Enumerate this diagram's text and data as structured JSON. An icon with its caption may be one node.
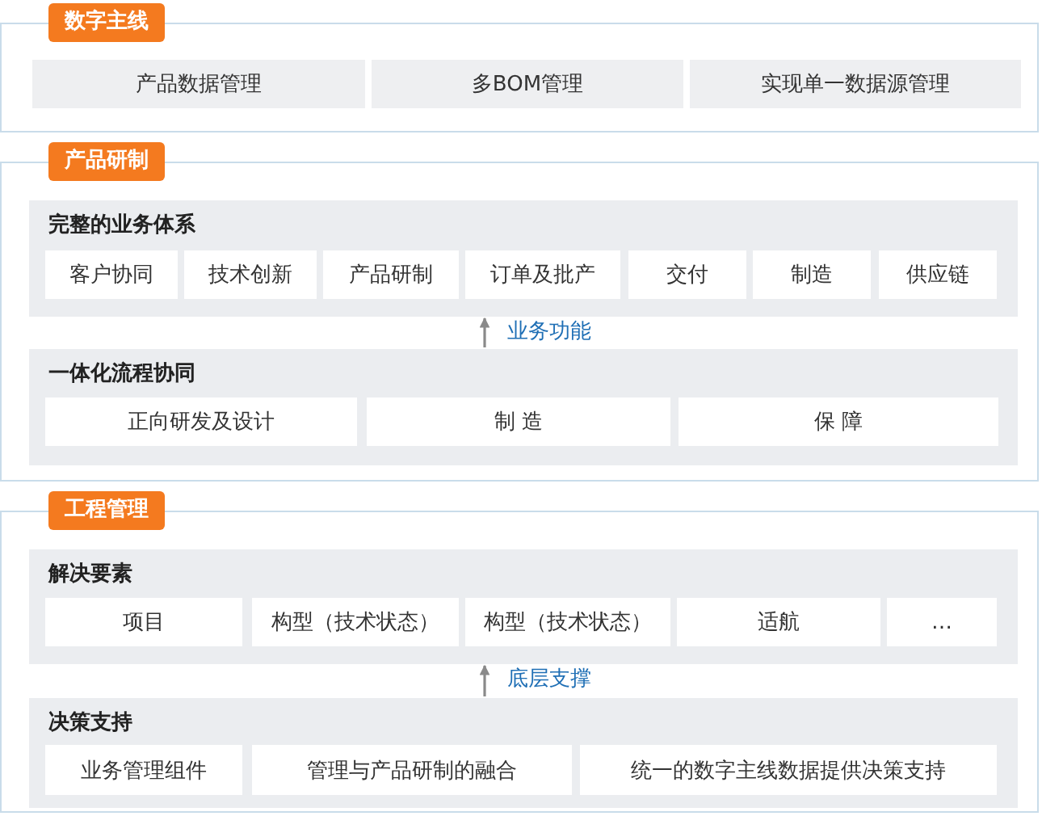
{
  "diagram": {
    "nodes": [
      {
        "text": [
          "数字主线"
        ]
      },
      {
        "text": [
          "产品数据管理"
        ],
        "in": 0
      },
      {
        "text": [
          "多BOM管理"
        ],
        "in": 0
      },
      {
        "text": [
          "实现单一数据源管理"
        ],
        "in": 0
      },
      {
        "text": [
          "产品研制"
        ]
      },
      {
        "text": [
          "完整的业务体系"
        ],
        "in": 4
      },
      {
        "text": [
          "客户协同"
        ],
        "in": 5
      },
      {
        "text": [
          "技术创新"
        ],
        "in": 5
      },
      {
        "text": [
          "产品研制"
        ],
        "in": 5
      },
      {
        "text": [
          "订单及批产"
        ],
        "in": 5
      },
      {
        "text": [
          "交付"
        ],
        "in": 5
      },
      {
        "text": [
          "制造"
        ],
        "in": 5
      },
      {
        "text": [
          "供应链"
        ],
        "in": 5
      },
      {
        "text": [
          "一体化流程协同"
        ],
        "in": 4
      },
      {
        "text": [
          "正向研发及设计"
        ],
        "in": 13
      },
      {
        "text": [
          "制 造"
        ],
        "in": 13
      },
      {
        "text": [
          "保 障"
        ],
        "in": 13
      },
      {
        "text": [
          "工程管理"
        ]
      },
      {
        "text": [
          "解决要素"
        ],
        "in": 17
      },
      {
        "text": [
          "项目"
        ],
        "in": 18
      },
      {
        "text": [
          "构型（技术状态）"
        ],
        "in": 18
      },
      {
        "text": [
          "构型（技术状态）"
        ],
        "in": 18
      },
      {
        "text": [
          "适航"
        ],
        "in": 18
      },
      {
        "text": [
          "…"
        ],
        "in": 18
      },
      {
        "text": [
          "决策支持"
        ],
        "in": 17
      },
      {
        "text": [
          "业务管理组件"
        ],
        "in": 24
      },
      {
        "text": [
          "管理与产品研制的融合"
        ],
        "in": 24
      },
      {
        "text": [
          "统一的数字主线数据提供决策支持"
        ],
        "in": 24
      }
    ],
    "edges": [
      {
        "from": 13,
        "to": 5,
        "arrow": "to",
        "label": "业务功能"
      },
      {
        "from": 24,
        "to": 18,
        "arrow": "to",
        "label": "底层支撑"
      }
    ]
  }
}
